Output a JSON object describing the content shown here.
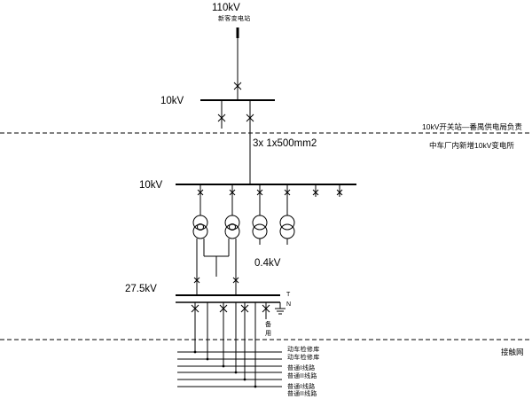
{
  "source": {
    "voltage": "110kV",
    "name": "新客变电站"
  },
  "switchyard": {
    "bus_label": "10kV",
    "zone_label": "10kV开关站—番禺供电局负责"
  },
  "cable": {
    "label": "3x 1x500mm2"
  },
  "substation": {
    "zone_label": "中车厂内新增10kV变电所",
    "bus_label": "10kV",
    "lv_label": "0.4kV"
  },
  "traction": {
    "bus_label": "27.5kV",
    "t_label": "T",
    "n_label": "N",
    "spare_label": "备用",
    "network_label": "接触网"
  },
  "feeders": [
    "动车检修库",
    "动车检修库",
    "普通I线路",
    "普通II线路",
    "普通I线路",
    "普通II线路"
  ]
}
